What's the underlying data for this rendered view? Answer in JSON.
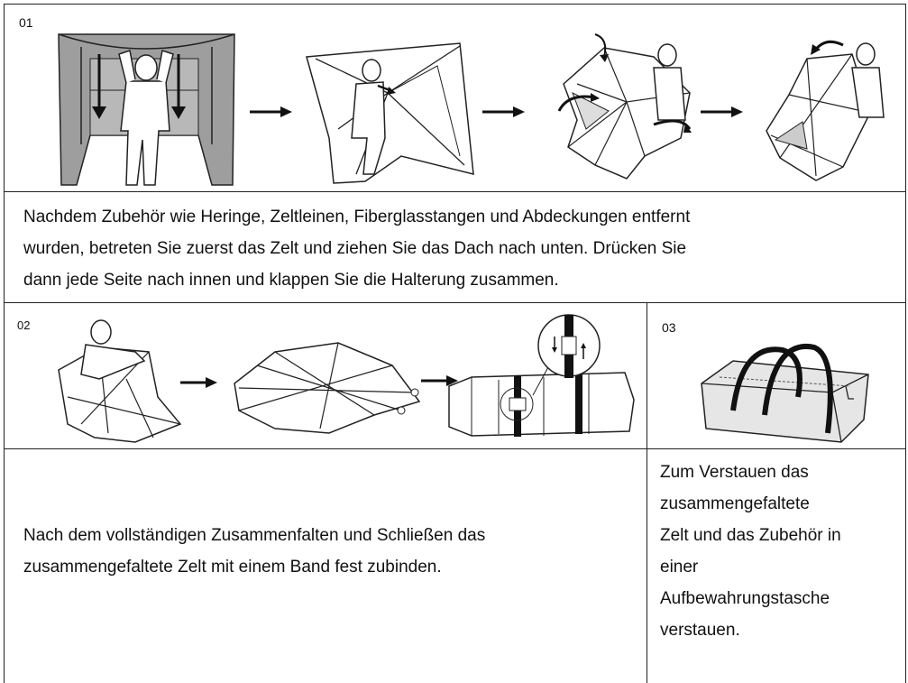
{
  "step1": {
    "number": "01",
    "description": "Nachdem Zubehör wie Heringe, Zeltleinen, Fiberglasstangen und Abdeckungen entfernt wurden, betreten Sie zuerst das Zelt und ziehen Sie das Dach nach unten. Drücken Sie dann jede Seite nach innen und klappen Sie die Halterung zusammen.",
    "lines": [
      "Nachdem Zubehör wie Heringe, Zeltleinen, Fiberglasstangen und Abdeckungen entfernt",
      "wurden, betreten Sie zuerst das Zelt und ziehen Sie das Dach nach unten. Drücken Sie",
      "dann jede Seite nach innen und klappen Sie die Halterung zusammen."
    ]
  },
  "step2": {
    "number": "02",
    "lines": [
      "Nach dem vollständigen Zusammenfalten und Schließen das",
      "zusammengefaltete Zelt mit einem Band fest zubinden."
    ]
  },
  "step3": {
    "number": "03",
    "lines": [
      "Zum Verstauen das",
      "zusammengefaltete",
      "Zelt und das Zubehör in",
      "einer",
      "Aufbewahrungstasche",
      "verstauen."
    ]
  },
  "icons": [
    "person-pulling-roof-icon",
    "person-folding-frame-icon",
    "folding-tent-icon",
    "person-collapsing-tent-icon",
    "strap-buckle-icon",
    "storage-bag-icon",
    "right-arrow-icon"
  ]
}
